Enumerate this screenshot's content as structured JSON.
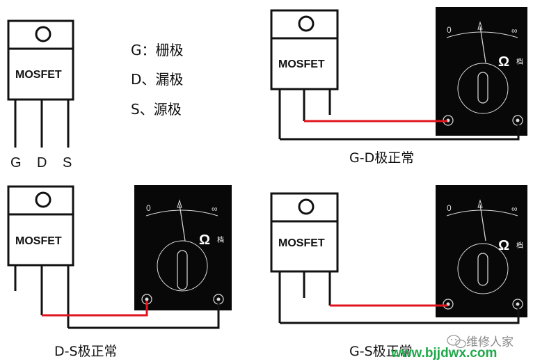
{
  "legend": {
    "g": "G：栅极",
    "d": "D、漏极",
    "s": "S、源极"
  },
  "device": {
    "label": "MOSFET",
    "pins": [
      "G",
      "D",
      "S"
    ]
  },
  "meter": {
    "zero": "0",
    "infinity": "∞",
    "ohm": "Ω",
    "range": "档"
  },
  "captions": {
    "gd": "G-D极正常",
    "ds": "D-S极正常",
    "gs": "G-S极正常"
  },
  "watermark": {
    "name": "维修人家",
    "url": "www.bjjdwx.com"
  },
  "colors": {
    "lead_red": "#e0141e",
    "lead_black": "#111111",
    "meter_body": "#080808",
    "watermark_green": "#1fa84a"
  }
}
